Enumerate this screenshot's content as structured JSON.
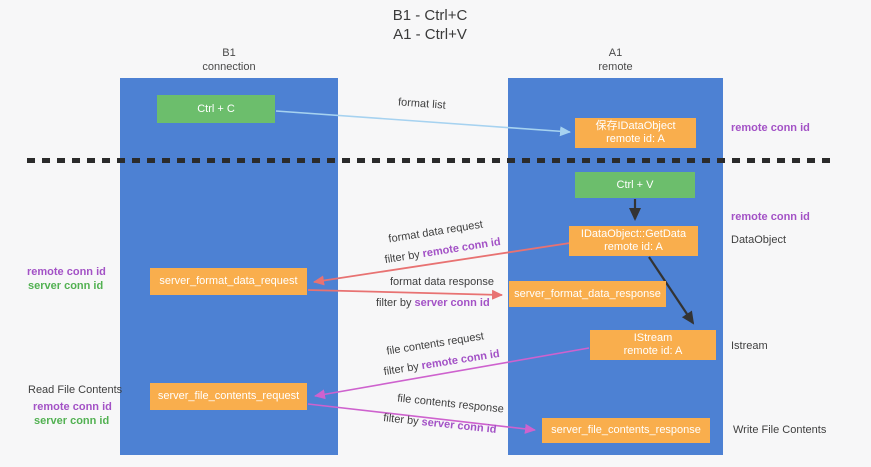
{
  "title": {
    "line1": "B1 - Ctrl+C",
    "line2": "A1 - Ctrl+V"
  },
  "columns": {
    "left": {
      "name": "B1",
      "role": "connection"
    },
    "right": {
      "name": "A1",
      "role": "remote"
    }
  },
  "nodes": {
    "ctrl_c": {
      "label": "Ctrl + C"
    },
    "save_dataobject": {
      "line1": "保存IDataObject",
      "line2": "remote id: A"
    },
    "ctrl_v": {
      "label": "Ctrl + V"
    },
    "getdata": {
      "line1": "IDataObject::GetData",
      "line2": "remote id: A"
    },
    "istream": {
      "line1": "IStream",
      "line2": "remote id: A"
    },
    "server_format_data_request": {
      "label": "server_format_data_request"
    },
    "server_format_data_response": {
      "label": "server_format_data_response"
    },
    "server_file_contents_request": {
      "label": "server_file_contents_request"
    },
    "server_file_contents_response": {
      "label": "server_file_contents_response"
    }
  },
  "arrow_labels": {
    "format_list": "format list",
    "format_data_request": "format data request",
    "format_data_response": "format data response",
    "file_contents_request": "file contents request",
    "file_contents_response": "file contents response",
    "filter_by": "filter by"
  },
  "tokens": {
    "remote_conn_id": "remote conn id",
    "server_conn_id": "server conn id"
  },
  "side_labels": {
    "dataobject": "DataObject",
    "istream": "Istream",
    "read_file_contents": "Read File Contents",
    "write_file_contents": "Write File Contents"
  },
  "colors": {
    "lifeline_blue": "#4D81D3",
    "action_green": "#6CBE6C",
    "message_orange": "#F9AE4D",
    "remote_conn_id_purple": "#A352C6",
    "server_conn_id_green": "#52B152",
    "request_arrow_red": "#E87272",
    "contents_arrow_magenta": "#CE62CE",
    "format_list_arrow_blue": "#A6D2F0",
    "divider_black": "#2B2B2B",
    "background": "#F7F7F8"
  }
}
